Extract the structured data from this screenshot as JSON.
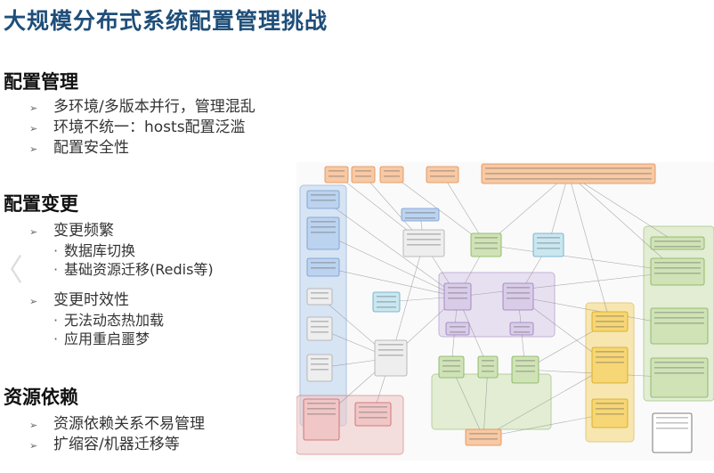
{
  "slide": {
    "title": "大规模分布式系统配置管理挑战",
    "sections": [
      {
        "heading": "配置管理",
        "bullets": [
          "多环境/多版本并行，管理混乱",
          "环境不统一：hosts配置泛滥",
          "配置安全性"
        ]
      },
      {
        "heading": "配置变更",
        "bullets": [
          {
            "text": "变更频繁",
            "sub": [
              "数据库切换",
              "基础资源迁移(Redis等)"
            ]
          },
          {
            "text": "变更时效性",
            "sub": [
              "无法动态热加载",
              "应用重启噩梦"
            ]
          }
        ]
      },
      {
        "heading": "资源依赖",
        "bullets": [
          "资源依赖关系不易管理",
          "扩缩容/机器迁移等"
        ]
      }
    ],
    "bullet_marker": "➢",
    "sub_marker": "·",
    "nav_prev": "〈",
    "nav_next": "❯"
  },
  "diagram": {
    "colors": {
      "orange": "#f7c9a4",
      "orange_stroke": "#e08a4a",
      "blue": "#bcd3ef",
      "blue_stroke": "#6f98cf",
      "green": "#cfe3b6",
      "green_stroke": "#7fae52",
      "purple": "#d9cce8",
      "purple_stroke": "#9479b8",
      "yellow": "#f6d675",
      "yellow_stroke": "#d2a419",
      "red": "#f0c6c6",
      "red_stroke": "#c96060",
      "cyan": "#c9e7f0",
      "cyan_stroke": "#5fa6c2",
      "gray": "#eeeeee",
      "gray_stroke": "#aaaaaa",
      "edge": "#8a8a8a"
    }
  }
}
